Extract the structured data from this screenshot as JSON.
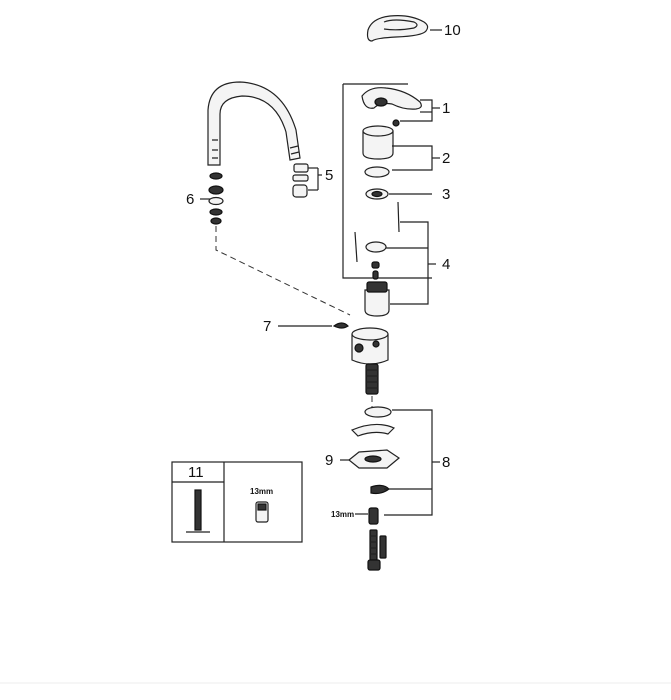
{
  "callouts": {
    "c1": "1",
    "c2": "2",
    "c3": "3",
    "c4": "4",
    "c5": "5",
    "c6": "6",
    "c7": "7",
    "c8": "8",
    "c9": "9",
    "c10": "10",
    "c11": "11"
  },
  "dimensions": {
    "wrench_size_box": "13mm",
    "wrench_size_nut": "13mm"
  },
  "icons": [
    "card-icon",
    "spout-icon",
    "handle-icon",
    "cartridge-icon",
    "tool-icon",
    "nut-icon",
    "screw-icon"
  ]
}
